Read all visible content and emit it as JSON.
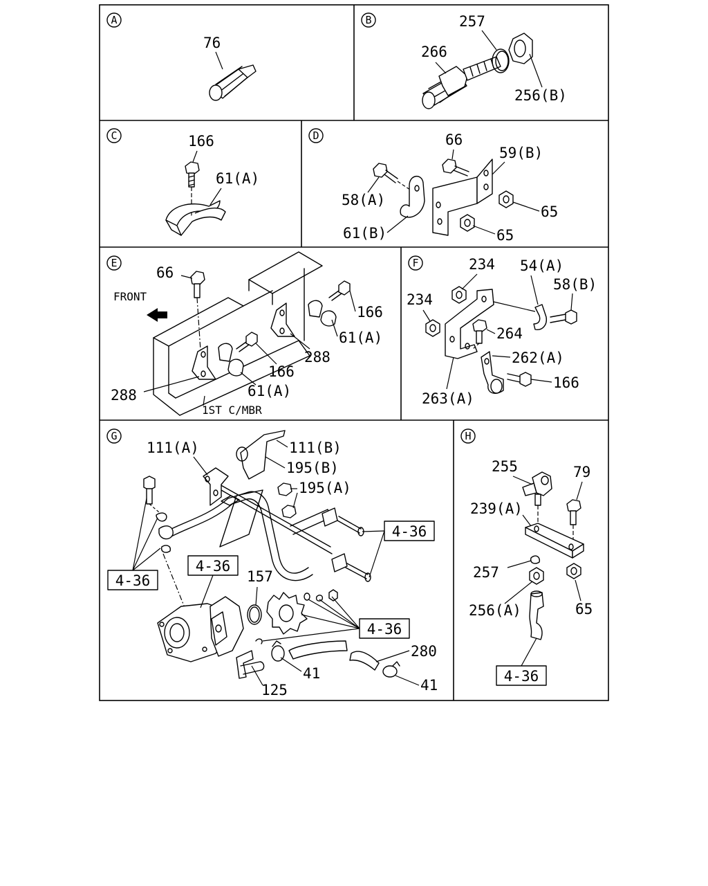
{
  "panels": {
    "A": {
      "letter": "A",
      "labels": [
        "76"
      ]
    },
    "B": {
      "letter": "B",
      "labels": [
        "257",
        "266",
        "256(B)"
      ]
    },
    "C": {
      "letter": "C",
      "labels": [
        "166",
        "61(A)"
      ]
    },
    "D": {
      "letter": "D",
      "labels": [
        "66",
        "59(B)",
        "58(A)",
        "65",
        "61(B)",
        "65"
      ]
    },
    "E": {
      "letter": "E",
      "labels": [
        "66",
        "FRONT",
        "166",
        "61(A)",
        "288",
        "166",
        "61(A)",
        "288",
        "1ST C/MBR"
      ]
    },
    "F": {
      "letter": "F",
      "labels": [
        "234",
        "54(A)",
        "58(B)",
        "234",
        "264",
        "262(A)",
        "166",
        "263(A)"
      ]
    },
    "G": {
      "letter": "G",
      "labels": [
        "111(A)",
        "111(B)",
        "195(B)",
        "195(A)",
        "4-36",
        "4-36",
        "4-36",
        "157",
        "4-36",
        "280",
        "41",
        "41",
        "125"
      ]
    },
    "H": {
      "letter": "H",
      "labels": [
        "255",
        "79",
        "239(A)",
        "257",
        "256(A)",
        "65",
        "4-36"
      ]
    }
  }
}
